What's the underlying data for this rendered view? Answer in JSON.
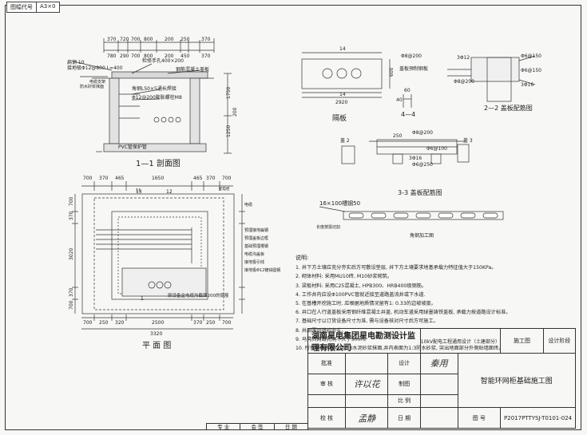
{
  "corner_tag": [
    "图幅代号",
    "A3×0"
  ],
  "views": {
    "section_1_1": {
      "title": "1—1 剖面图",
      "top_dims": [
        "370",
        "720",
        "700",
        "800",
        "200",
        "250",
        "370"
      ],
      "top_dims2": [
        "780",
        "290",
        "700",
        "800",
        "200",
        "450",
        "370"
      ],
      "labels": [
        "扁钢 10",
        "接地极Φ12@800 L=400",
        "检修手孔400×200",
        "钢筋混凝土盖板",
        "角钢L50×5通长焊接",
        "Φ12@200膨胀螺栓M8",
        "PVC管保护管",
        "电缆支架",
        "防水砂浆抹面"
      ],
      "side_dims": [
        "1750",
        "1250",
        "200"
      ]
    },
    "plate": {
      "title": "隔板",
      "dims": [
        "14",
        "14",
        "2920",
        "600"
      ],
      "labels": [
        "Φ8@200",
        "盖板预制钢板"
      ]
    },
    "section_4_4": {
      "title": "4—4",
      "dims": [
        "60",
        "40"
      ]
    },
    "section_2_2": {
      "title": "2—2 盖板配筋图",
      "labels": [
        "3Φ12",
        "Φ6@150",
        "Φ6@150",
        "3Φ16",
        "Φ8@200"
      ]
    },
    "section_3_3": {
      "title": "3-3 盖板配筋图",
      "labels": [
        "盖 2",
        "250",
        "Φ8@200",
        "Φ6@100",
        "3Φ16",
        "Φ6@250",
        "盖 3"
      ]
    },
    "channel": {
      "title": "角钢加工图",
      "label": "16×100槽钢50",
      "sub": "长度按需切割"
    },
    "plan": {
      "title": "平 面 图",
      "top_dims": [
        "700",
        "370",
        "465",
        "1650",
        "465",
        "370",
        "700"
      ],
      "top_dims2": [
        "13",
        "12"
      ],
      "bottom_dims": [
        "700",
        "250",
        "320",
        "2500",
        "370",
        "250",
        "700"
      ],
      "total": "3320",
      "side_dims": [
        "700",
        "370",
        "3020",
        "370",
        "700"
      ],
      "labels": [
        "配电柜",
        "电缆",
        "11",
        "1",
        "预埋接地扁钢",
        "预埋盖板边框",
        "基础预埋槽钢",
        "电缆沟盖板",
        "接地极引线",
        "接地极Φ12镀锌圆钢",
        "原设备盒电缆沟截面200的钢筋"
      ]
    }
  },
  "notes": {
    "title": "说明:",
    "items": [
      "1. 井下方土壤应充分夯实后方可敷设垫层, 井下方土壤要求地基承载力特征值大于150KPa。",
      "2. 砌体材料: 采用MU10砖, M10砂浆砌筑。",
      "3. 梁板材料: 采用C25混凝土, HPB300、HRB400级钢筋。",
      "4. 工作井内应设Φ100PVC管就近接至道路盖流井或下水道.",
      "5. 在基槽开挖施工时, 应根据地质情况留有1: 0.33的边坡坡度。",
      "6. 井口在人行道盖板采用钢纤维混凝土井盖, 机动车道采用球墨铸铁盖板, 承载力按道路设计标准。",
      "7. 基础尺寸以订货设备尺寸为准, 需与设备核对尺寸后方可施工。",
      "8. 井周围回填砂夯实。",
      "9. 马凳间网眼孔洞不大于5mm。",
      "10. 所有砌体表面均用1:3水泥砂浆抹面,井内表面为1:3防水砂浆, 突出地面部分外侧贴墙面砖。"
    ]
  },
  "title_block": {
    "company": "湖南星电集团星电勘测设计监理有限公司",
    "project": "10kV配电工程通用设计（土建部分）",
    "project_suffix": "工 程",
    "stage_value": "施工图",
    "stage_label": "设计阶段",
    "approve": "批准",
    "review": "审 核",
    "check": "校 核",
    "design": "设计",
    "draw": "制图",
    "scale": "比 例",
    "date": "日 期",
    "drawing_name": "智能环网柜基础施工图",
    "drawing_no_label": "图 号",
    "drawing_no": "P2017PTTYSJ-T0101-024",
    "sig_design": "秦用",
    "sig_review": "许以花",
    "sig_check": "孟静"
  },
  "bottom_strip": [
    "专 业",
    "会 签",
    "日 期"
  ]
}
